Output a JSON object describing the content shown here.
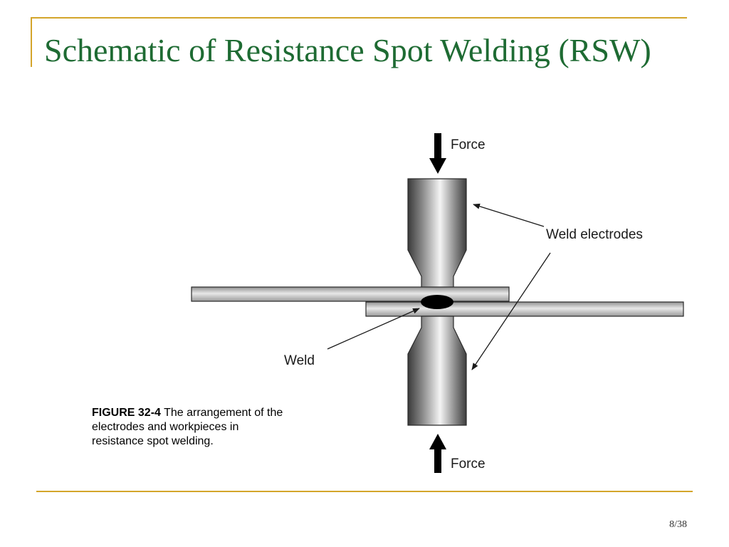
{
  "slide": {
    "title": "Schematic of Resistance Spot Welding (RSW)",
    "page": "8/38",
    "accent_color": "#d4a52b",
    "title_color": "#1e6b33"
  },
  "diagram": {
    "labels": {
      "force_top": "Force",
      "force_bottom": "Force",
      "weld_electrodes": "Weld electrodes",
      "weld": "Weld"
    },
    "icons": {
      "force_top_arrow": "down-arrow-icon",
      "force_bottom_arrow": "up-arrow-icon"
    }
  },
  "caption": {
    "figure_number": "FIGURE 32-4",
    "text": " The arrangement of the electrodes and workpieces in resistance spot welding."
  }
}
